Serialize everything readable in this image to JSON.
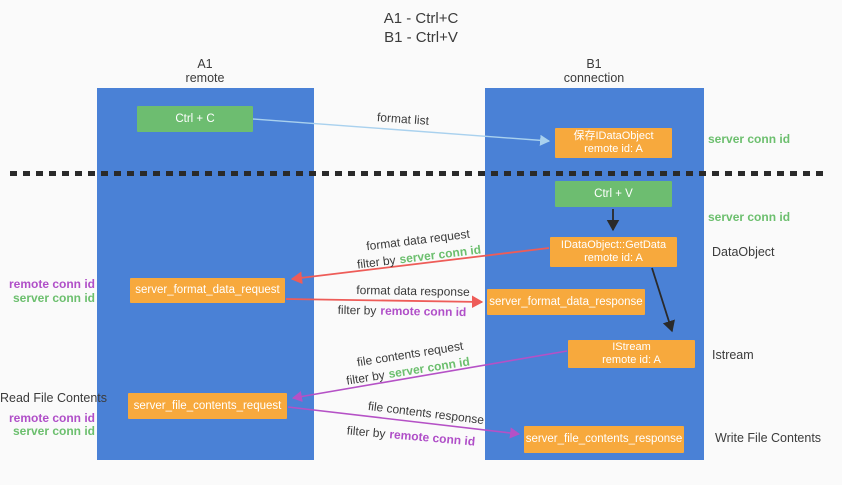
{
  "title": {
    "line1": "A1 - Ctrl+C",
    "line2": "B1 - Ctrl+V"
  },
  "lifelines": {
    "a1": {
      "name": "A1",
      "role": "remote"
    },
    "b1": {
      "name": "B1",
      "role": "connection"
    }
  },
  "nodes": {
    "ctrl_c": {
      "label": "Ctrl + C"
    },
    "save_idataobject": {
      "line1": "保存IDataObject",
      "line2": "remote id: A"
    },
    "ctrl_v": {
      "label": "Ctrl + V"
    },
    "getdata": {
      "line1": "IDataObject::GetData",
      "line2": "remote id: A"
    },
    "format_request": {
      "label": "server_format_data_request"
    },
    "format_response": {
      "label": "server_format_data_response"
    },
    "istream": {
      "line1": "IStream",
      "line2": "remote id: A"
    },
    "file_request": {
      "label": "server_file_contents_request"
    },
    "file_response": {
      "label": "server_file_contents_response"
    }
  },
  "flow_labels": {
    "format_list": "format list",
    "format_request": {
      "text": "format data request",
      "filter_prefix": "filter by",
      "filter_key": "server conn id"
    },
    "format_response": {
      "text": "format data response",
      "filter_prefix": "filter by",
      "filter_key": "remote conn id"
    },
    "file_request": {
      "text": "file contents request",
      "filter_prefix": "filter by",
      "filter_key": "server conn id"
    },
    "file_response": {
      "text": "file contents response",
      "filter_prefix": "filter by",
      "filter_key": "remote conn id"
    }
  },
  "side_labels": {
    "left": {
      "format_remote_conn_id": "remote conn id",
      "format_server_conn_id": "server conn id",
      "read_file_contents": "Read File Contents",
      "file_remote_conn_id": "remote conn id",
      "file_server_conn_id": "server conn id"
    },
    "right": {
      "server_conn_id_top": "server conn id",
      "server_conn_id_mid": "server conn id",
      "dataobject": "DataObject",
      "istream": "Istream",
      "write_file_contents": "Write File Contents"
    }
  },
  "colors": {
    "bg": "#fafafa",
    "lifeline-blue": "#4a81d6",
    "node-green": "#6dbd70",
    "node-orange": "#f7a93d",
    "arrow-red": "#ee5c58",
    "arrow-purple": "#b551c6",
    "arrow-lightblue": "#a9d1ee",
    "arrow-black": "#2a2a2a",
    "text-green": "#6cbf6e",
    "text-magenta": "#b04fc8",
    "text-dark": "#3b3b3b"
  }
}
